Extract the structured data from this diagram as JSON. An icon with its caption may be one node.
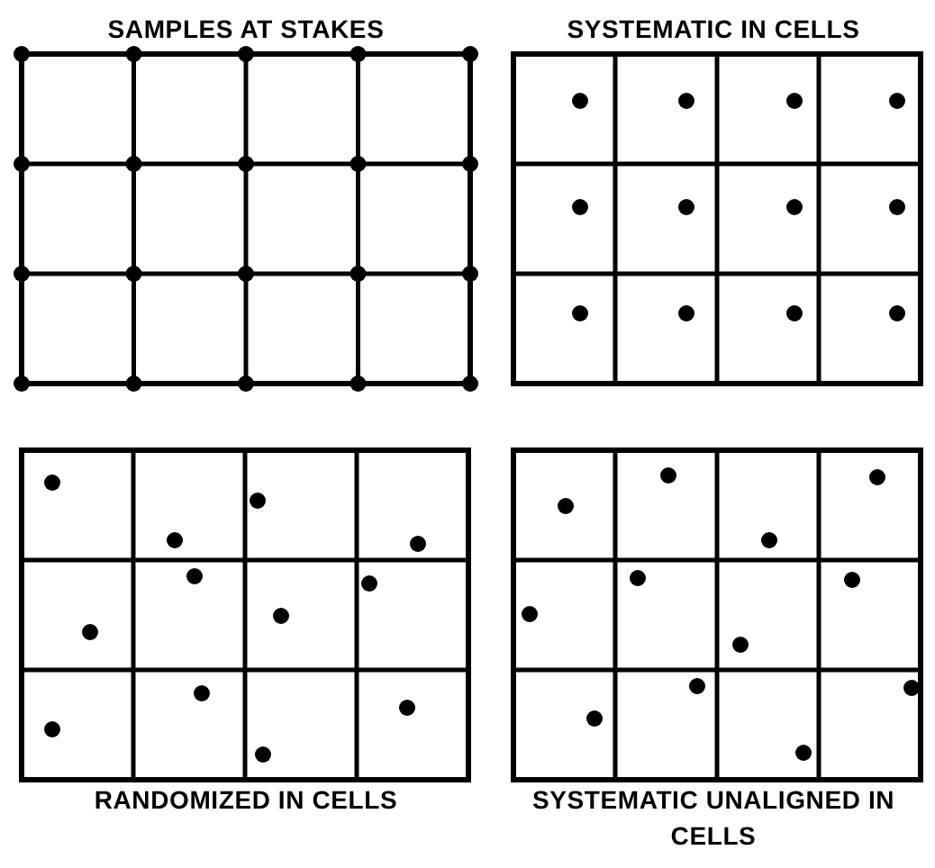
{
  "diagram": {
    "labels": [
      "SAMPLES AT STAKES",
      "SYSTEMATIC IN CELLS",
      "RANDOMIZED IN CELLS",
      "SYSTEMATIC UNALIGNED IN CELLS"
    ]
  }
}
